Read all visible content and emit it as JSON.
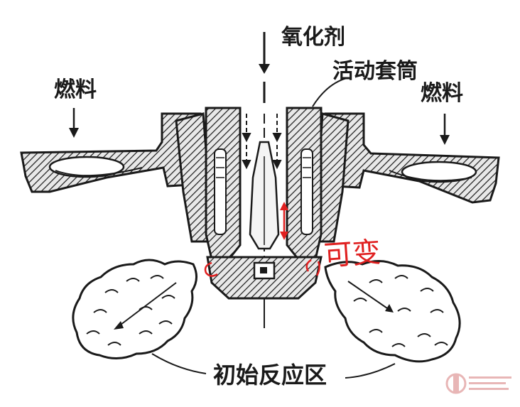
{
  "labels": {
    "oxidizer": "氧化剂",
    "sliding_sleeve": "活动套筒",
    "fuel_left": "燃料",
    "fuel_right": "燃料",
    "initial_reaction_zone": "初始反应区",
    "handwritten_variable": "可变"
  },
  "colors": {
    "line": "#1a1a1a",
    "hatch_fill": "#cfcfcf",
    "annotation": "#e02020"
  },
  "watermark": {
    "logo_icon": "site-logo-icon"
  }
}
